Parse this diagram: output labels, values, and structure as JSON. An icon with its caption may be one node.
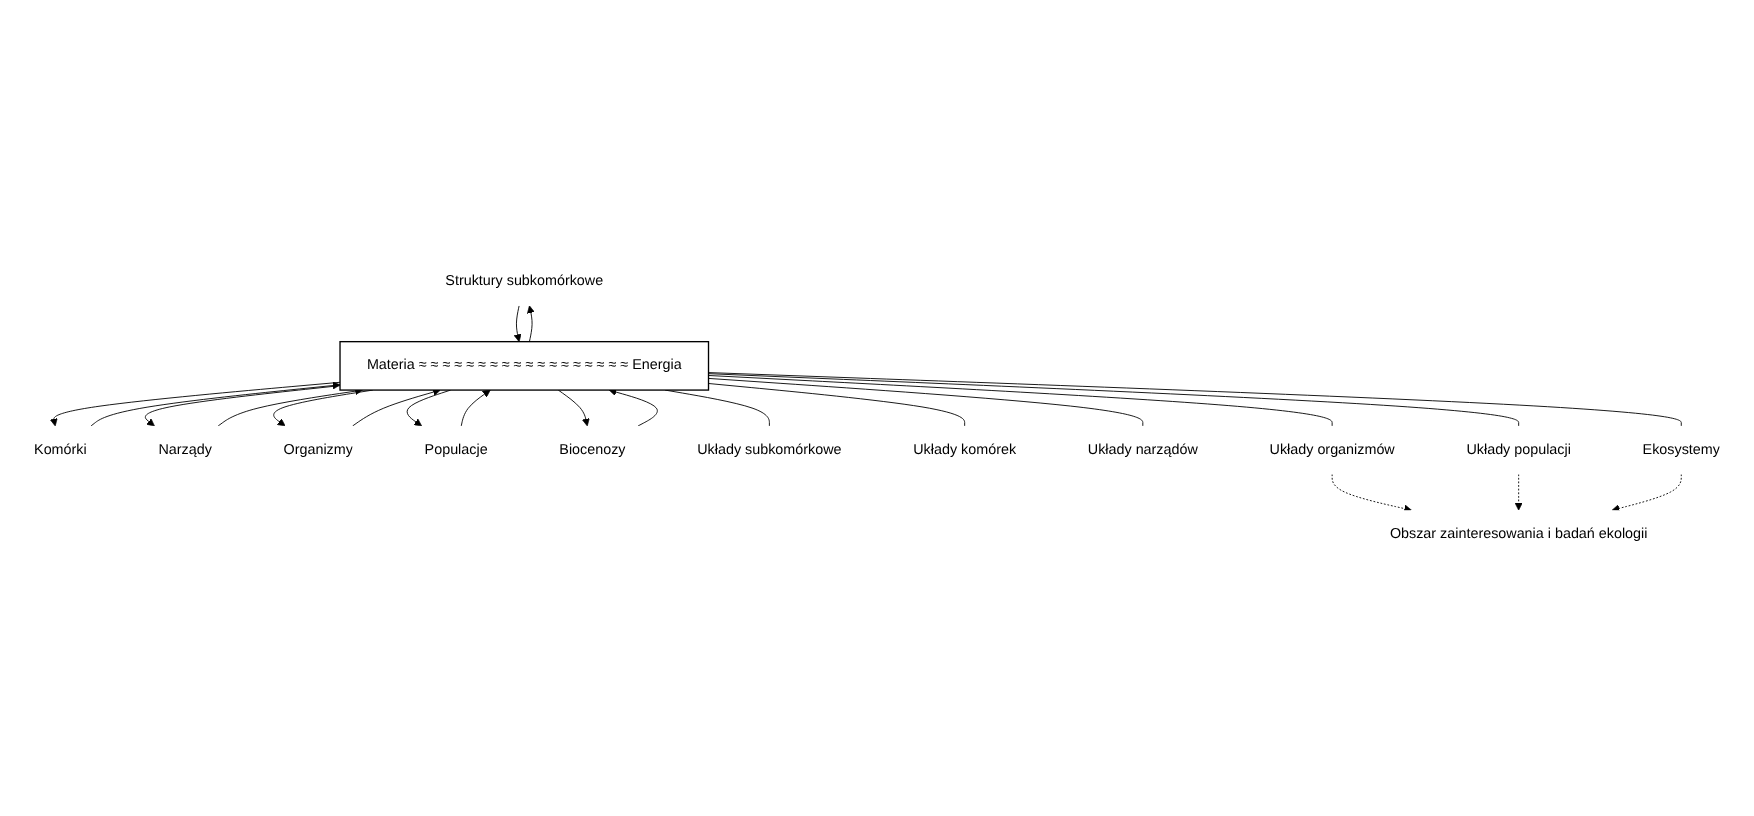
{
  "diagram": {
    "nodes": [
      {
        "text": [
          "Struktury subkomórkowe"
        ]
      },
      {
        "text": [
          "Komórki"
        ]
      },
      {
        "text": [
          "Narządy"
        ]
      },
      {
        "text": [
          "Organizmy"
        ]
      },
      {
        "text": [
          "Populacje"
        ]
      },
      {
        "text": [
          "Biocenozy"
        ]
      },
      {
        "text": [
          "Materia ≈ ≈ ≈ ≈ ≈ ≈ ≈ ≈ ≈ ≈ ≈ ≈ ≈ ≈ ≈ ≈ ≈ ≈ Energia"
        ]
      },
      {
        "text": [
          "Układy subkomórkowe"
        ]
      },
      {
        "text": [
          "Układy komórek"
        ]
      },
      {
        "text": [
          "Układy narządów"
        ]
      },
      {
        "text": [
          "Układy organizmów"
        ]
      },
      {
        "text": [
          "Układy populacji"
        ]
      },
      {
        "text": [
          "Ekosystemy"
        ]
      },
      {
        "text": [
          "Obszar zainteresowania i badań ekologii"
        ]
      }
    ],
    "edges": [
      {
        "from": 6,
        "to": 0,
        "arrow": "to"
      },
      {
        "from": 0,
        "to": 6,
        "arrow": "to"
      },
      {
        "from": 6,
        "to": 1,
        "arrow": "to"
      },
      {
        "from": 1,
        "to": 6,
        "arrow": "to"
      },
      {
        "from": 6,
        "to": 2,
        "arrow": "to"
      },
      {
        "from": 2,
        "to": 6,
        "arrow": "to"
      },
      {
        "from": 6,
        "to": 3,
        "arrow": "to"
      },
      {
        "from": 3,
        "to": 6,
        "arrow": "to"
      },
      {
        "from": 6,
        "to": 4,
        "arrow": "to"
      },
      {
        "from": 4,
        "to": 6,
        "arrow": "to"
      },
      {
        "from": 6,
        "to": 5,
        "arrow": "to"
      },
      {
        "from": 5,
        "to": 6,
        "arrow": "to"
      },
      {
        "from": 6,
        "to": 7,
        "arrow": "none"
      },
      {
        "from": 6,
        "to": 8,
        "arrow": "none"
      },
      {
        "from": 6,
        "to": 9,
        "arrow": "none"
      },
      {
        "from": 6,
        "to": 10,
        "arrow": "none"
      },
      {
        "from": 6,
        "to": 11,
        "arrow": "none"
      },
      {
        "from": 6,
        "to": 12,
        "arrow": "none"
      },
      {
        "from": 10,
        "to": 13,
        "arrow": "to",
        "style": "dashed"
      },
      {
        "from": 11,
        "to": 13,
        "arrow": "to",
        "style": "dashed"
      },
      {
        "from": 12,
        "to": 13,
        "arrow": "to",
        "style": "dashed"
      }
    ]
  }
}
